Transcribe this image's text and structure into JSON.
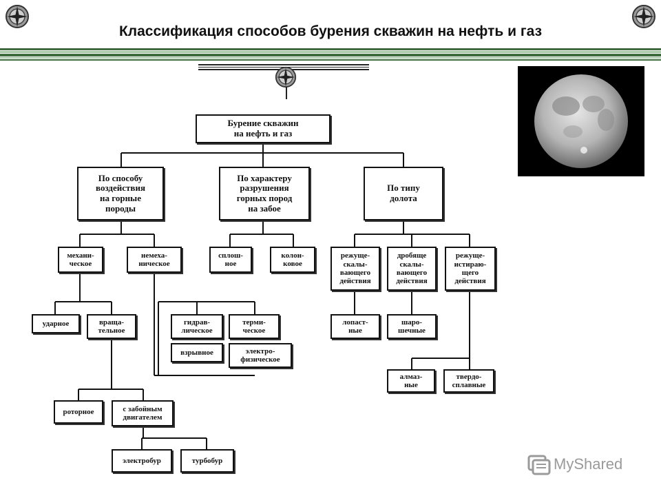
{
  "header": {
    "title": "Классификация способов бурения скважин на нефть и газ"
  },
  "diagram": {
    "root": "Бурение скважин\nна нефть и газ",
    "categories": {
      "impact": "По способу\nвоздействия\nна горные\nпороды",
      "destruction": "По характеру\nразрушения\nгорных пород\nна забое",
      "bit_type": "По типу\nдолота"
    },
    "impact": {
      "mechanical": "механи-\nческое",
      "nonmechanical": "немеха-\nническое",
      "percussion": "ударное",
      "rotational": "враща-\nтельное",
      "rotary": "роторное",
      "downhole_motor": "с забойным\nдвигателем",
      "electrodrill": "электробур",
      "turbodrill": "турбобур",
      "hydraulic": "гидрав-\nлическое",
      "thermal": "терми-\nческое",
      "explosive": "взрывное",
      "electrophysical": "электро-\nфизическое"
    },
    "destruction": {
      "solid": "сплош-\nное",
      "core": "колон-\nковое"
    },
    "bit_type": {
      "cutting_shearing": "режуще-\nскалы-\nвающего\nдействия",
      "crushing_shearing": "дробяще\nскалы-\nвающего\nдействия",
      "cutting_abrading": "режуще-\nистираю-\nщего\nдействия",
      "blade": "лопаст-\nные",
      "roller": "шаро-\nшечные",
      "diamond": "алмаз-\nные",
      "hard_alloy": "твердо-\nсплавные"
    }
  },
  "logo": {
    "text": "MyShared"
  },
  "colors": {
    "stripe_green": "#3f6b3f",
    "stripe_light": "#a9c7a9",
    "compass": "#6e6e6e"
  }
}
